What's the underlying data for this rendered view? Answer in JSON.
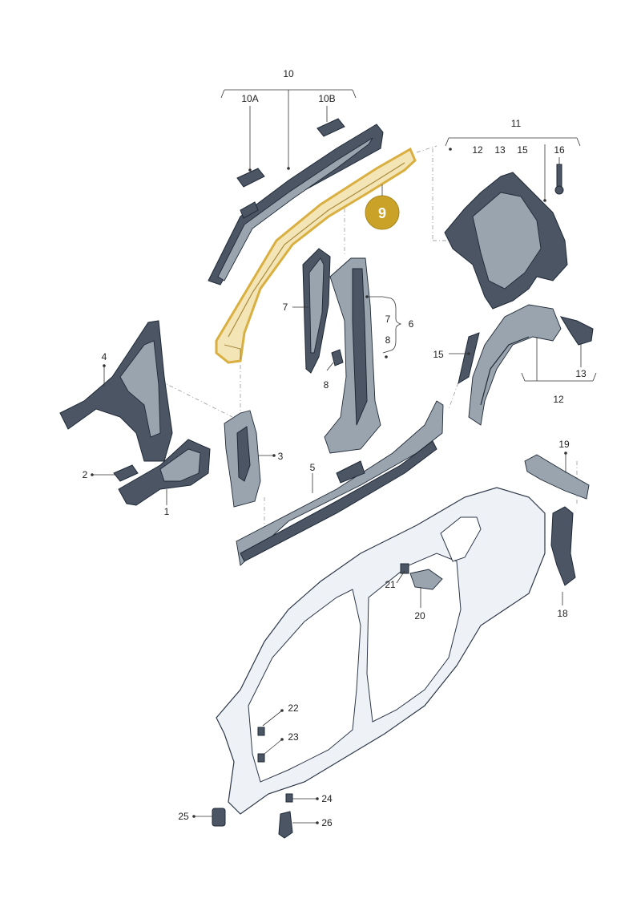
{
  "labels": {
    "p1": "1",
    "p2": "2",
    "p3": "3",
    "p4": "4",
    "p5": "5",
    "p6": "6",
    "p7a": "7",
    "p7b": "7",
    "p8a": "8",
    "p8b": "8",
    "p10": "10",
    "p10a": "10A",
    "p10b": "10B",
    "p11": "11",
    "p12a": "12",
    "p12b": "12",
    "p13a": "13",
    "p13b": "13",
    "p15a": "15",
    "p15b": "15",
    "p16": "16",
    "p18": "18",
    "p19": "19",
    "p20": "20",
    "p21": "21",
    "p22": "22",
    "p23": "23",
    "p24": "24",
    "p25": "25",
    "p26": "26"
  },
  "highlight": {
    "label": "9",
    "badge_color": "#c9a227",
    "outline_color": "#d4a72c"
  }
}
